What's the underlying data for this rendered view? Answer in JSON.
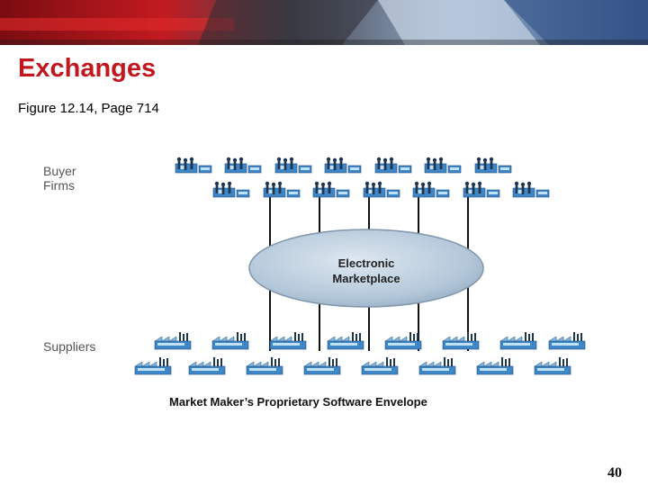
{
  "slide": {
    "title": "Exchanges",
    "subtitle": "Figure 12.14, Page 714",
    "page_number": "40"
  },
  "diagram": {
    "buyer_label": "Buyer\nFirms",
    "supplier_label": "Suppliers",
    "marketplace_label": "Electronic\nMarketplace",
    "envelope_caption": "Market Maker’s Proprietary Software Envelope",
    "buyer_icon": "people-group-icon",
    "supplier_icon": "factory-icon",
    "buyer_rows": [
      7,
      7
    ],
    "supplier_rows": [
      8,
      8
    ],
    "connector_count": 5,
    "colors": {
      "title": "#c0181e",
      "marketplace_fill": "#b3c7d9",
      "icon_blue": "#3f86c6",
      "connector": "#111111"
    }
  }
}
